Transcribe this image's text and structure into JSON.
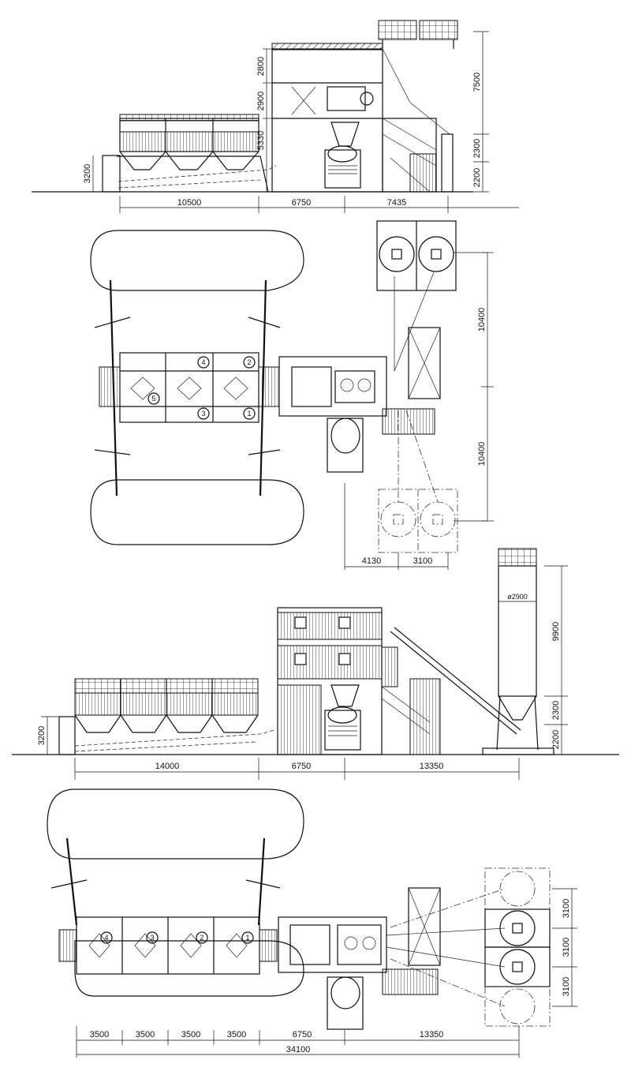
{
  "views": {
    "elevation_small": {
      "dims_h": [
        "10500",
        "6750",
        "7435"
      ],
      "dim_left_height": "3200",
      "dims_v_tower": [
        "2800",
        "2900",
        "5330"
      ],
      "dims_v_silo": [
        "7500",
        "2300",
        "2200"
      ]
    },
    "plan_small": {
      "dims_v": [
        "10400",
        "10400"
      ],
      "dims_h": [
        "4130",
        "3100"
      ],
      "bins": [
        "4",
        "2",
        "5",
        "3",
        "1"
      ]
    },
    "elevation_large": {
      "dims_h": [
        "14000",
        "6750",
        "13350"
      ],
      "dim_left_height": "3200",
      "silo_diameter": "ø2900",
      "dims_v_silo": [
        "9900",
        "2300",
        "2200"
      ]
    },
    "plan_large": {
      "bins": [
        "4",
        "3",
        "2",
        "1"
      ],
      "dims_h": [
        "3500",
        "3500",
        "3500",
        "3500",
        "6750",
        "13350"
      ],
      "total": "34100",
      "dims_v": [
        "3100",
        "3100",
        "3100"
      ]
    }
  }
}
